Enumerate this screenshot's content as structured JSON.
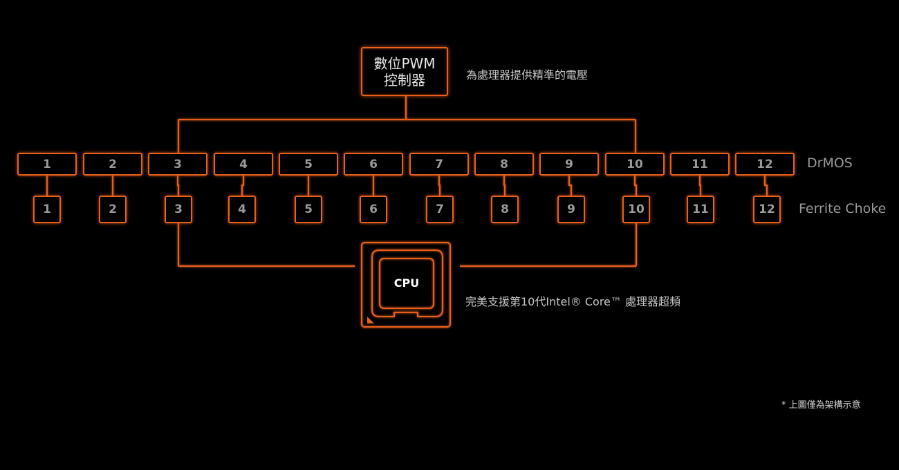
{
  "pwm_controller": {
    "line1": "數位PWM",
    "line2": "控制器",
    "description": "為處理器提供精準的電壓"
  },
  "drmos": {
    "label": "DrMOS",
    "items": [
      "1",
      "2",
      "3",
      "4",
      "5",
      "6",
      "7",
      "8",
      "9",
      "10",
      "11",
      "12"
    ]
  },
  "ferrite_choke": {
    "label": "Ferrite Choke",
    "items": [
      "1",
      "2",
      "3",
      "4",
      "5",
      "6",
      "7",
      "8",
      "9",
      "10",
      "11",
      "12"
    ]
  },
  "cpu": {
    "label": "CPU",
    "description": "完美支援第10代Intel® Core™ 處理器超頻"
  },
  "footnote": "*  上圖僅為架構示意",
  "colors": {
    "background": "#000000",
    "accent": "#e8601c",
    "glow": "#ff7a2e",
    "text_muted": "#9a9a9a",
    "text_light": "#e6e6e6"
  }
}
